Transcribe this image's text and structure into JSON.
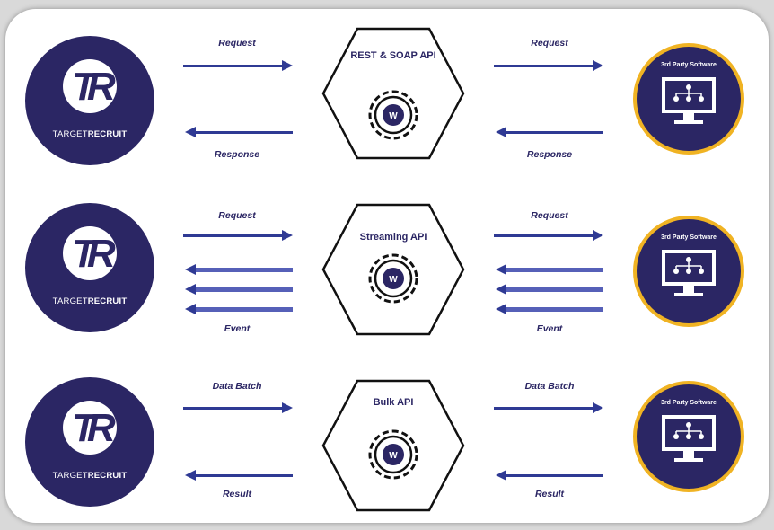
{
  "logo": {
    "brand_light": "TARGET",
    "brand_bold": "RECRUIT",
    "mark": "TR"
  },
  "third_party_label": "3rd Party Software",
  "colors": {
    "navy": "#2b2664",
    "arrow": "#2f3a94",
    "gold": "#f0b323"
  },
  "rows": [
    {
      "api_title": "REST & SOAP API",
      "left_top_label": "Request",
      "left_bottom_label": "Response",
      "right_top_label": "Request",
      "right_bottom_label": "Response"
    },
    {
      "api_title": "Streaming API",
      "left_top_label": "Request",
      "left_bottom_label": "Event",
      "right_top_label": "Request",
      "right_bottom_label": "Event"
    },
    {
      "api_title": "Bulk API",
      "left_top_label": "Data Batch",
      "left_bottom_label": "Result",
      "right_top_label": "Data Batch",
      "right_bottom_label": "Result"
    }
  ]
}
